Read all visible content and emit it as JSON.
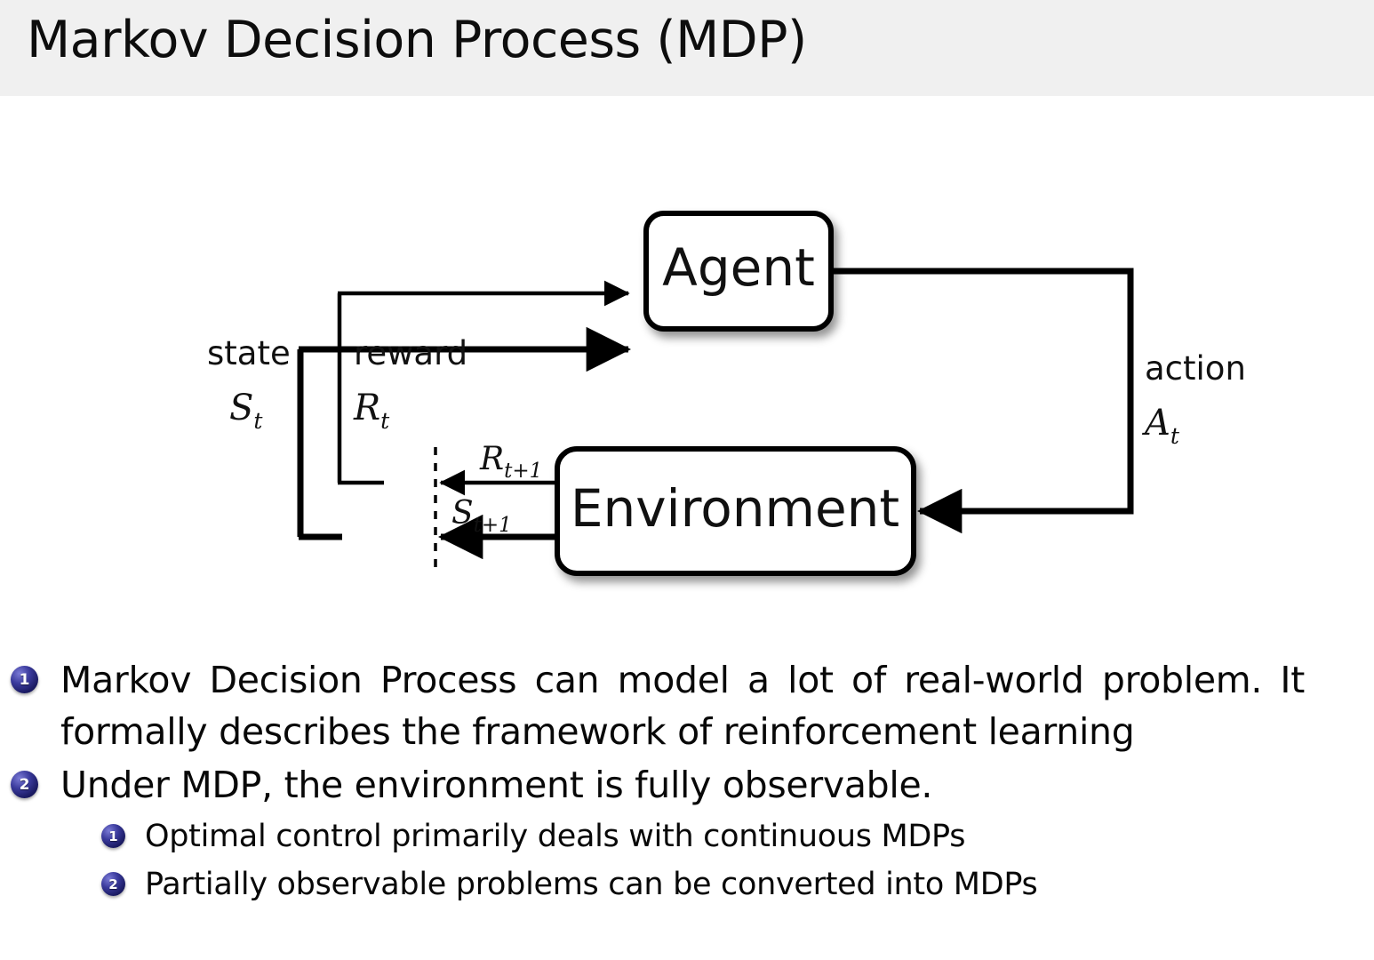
{
  "header": {
    "title": "Markov Decision Process (MDP)",
    "band_color": "#f0f0f0"
  },
  "diagram": {
    "type": "agent-environment-interaction-loop",
    "nodes": [
      {
        "id": "agent",
        "label": "Agent"
      },
      {
        "id": "environment",
        "label": "Environment"
      }
    ],
    "edge_labels": {
      "state_word": "state",
      "state_symbol_base": "S",
      "state_symbol_sub": "t",
      "reward_word": "reward",
      "reward_symbol_base": "R",
      "reward_symbol_sub": "t",
      "action_word": "action",
      "action_symbol_base": "A",
      "action_symbol_sub": "t",
      "next_reward_base": "R",
      "next_reward_sub": "t+1",
      "next_state_base": "S",
      "next_state_sub": "t+1"
    },
    "stroke_color": "#000000",
    "box_fill": "#ffffff"
  },
  "bullets": {
    "badge_color": "#1b1b63",
    "items": [
      {
        "number": "1",
        "level": 1,
        "text": "Markov Decision Process can model a lot of real-world problem. It formally describes the framework of reinforcement learning"
      },
      {
        "number": "2",
        "level": 1,
        "text": "Under MDP, the environment is fully observable."
      },
      {
        "number": "1",
        "level": 2,
        "text": "Optimal control primarily deals with continuous MDPs"
      },
      {
        "number": "2",
        "level": 2,
        "text": "Partially observable problems can be converted into MDPs"
      }
    ]
  }
}
